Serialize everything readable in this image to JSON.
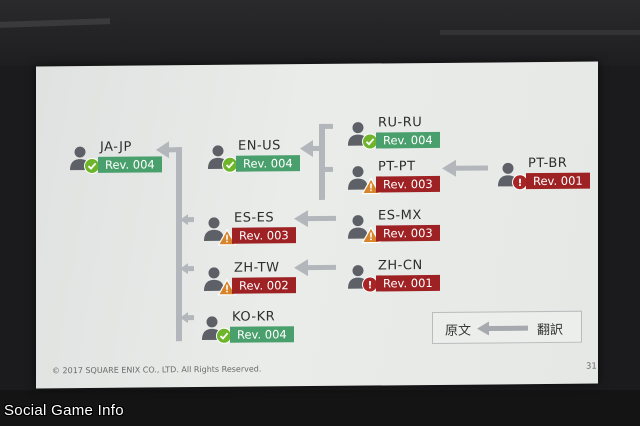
{
  "slide": {
    "nodes": [
      {
        "id": "ja-jp",
        "code": "JA-JP",
        "rev": "Rev. 004",
        "status": "ok"
      },
      {
        "id": "en-us",
        "code": "EN-US",
        "rev": "Rev. 004",
        "status": "ok"
      },
      {
        "id": "ru-ru",
        "code": "RU-RU",
        "rev": "Rev. 004",
        "status": "ok"
      },
      {
        "id": "pt-pt",
        "code": "PT-PT",
        "rev": "Rev. 003",
        "status": "warn"
      },
      {
        "id": "pt-br",
        "code": "PT-BR",
        "rev": "Rev. 001",
        "status": "err"
      },
      {
        "id": "es-es",
        "code": "ES-ES",
        "rev": "Rev. 003",
        "status": "warn"
      },
      {
        "id": "es-mx",
        "code": "ES-MX",
        "rev": "Rev. 003",
        "status": "warn"
      },
      {
        "id": "zh-tw",
        "code": "ZH-TW",
        "rev": "Rev. 002",
        "status": "warn"
      },
      {
        "id": "zh-cn",
        "code": "ZH-CN",
        "rev": "Rev. 001",
        "status": "err"
      },
      {
        "id": "ko-kr",
        "code": "KO-KR",
        "rev": "Rev. 004",
        "status": "ok"
      }
    ],
    "legend": {
      "source": "原文",
      "target": "翻訳"
    },
    "copyright": "© 2017 SQUARE ENIX CO., LTD. All Rights Reserved.",
    "page_number": "31"
  },
  "colors": {
    "rev_green": "#4aa06c",
    "rev_red": "#9e2224",
    "ok_badge": "#6fb52c",
    "warn_badge": "#d8842a",
    "err_badge": "#a92525",
    "person_icon": "#5d6167",
    "arrow": "#b3b7bb"
  },
  "watermark": "Social Game Info"
}
